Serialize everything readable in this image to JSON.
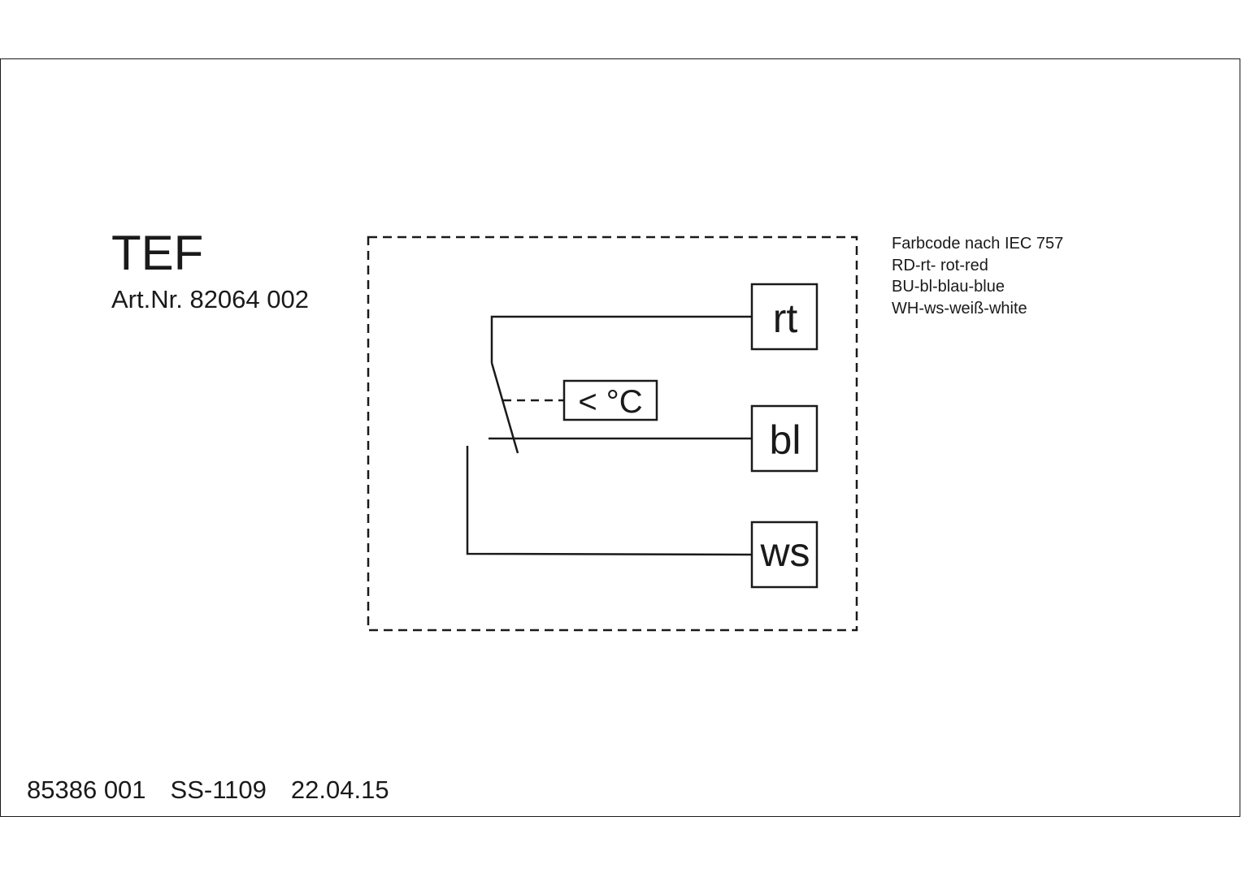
{
  "device": {
    "title": "TEF",
    "article_number": "Art.Nr. 82064 002"
  },
  "legend": {
    "lines": [
      "Farbcode nach IEC 757",
      "RD-rt- rot-red",
      "BU-bl-blau-blue",
      "WH-ws-weiß-white"
    ]
  },
  "schematic": {
    "thermostat_label": "< °C",
    "terminals": [
      {
        "label": "rt"
      },
      {
        "label": "bl"
      },
      {
        "label": "ws"
      }
    ]
  },
  "footer": {
    "part_number": "85386 001",
    "document_code": "SS-1109",
    "date": "22.04.15"
  }
}
